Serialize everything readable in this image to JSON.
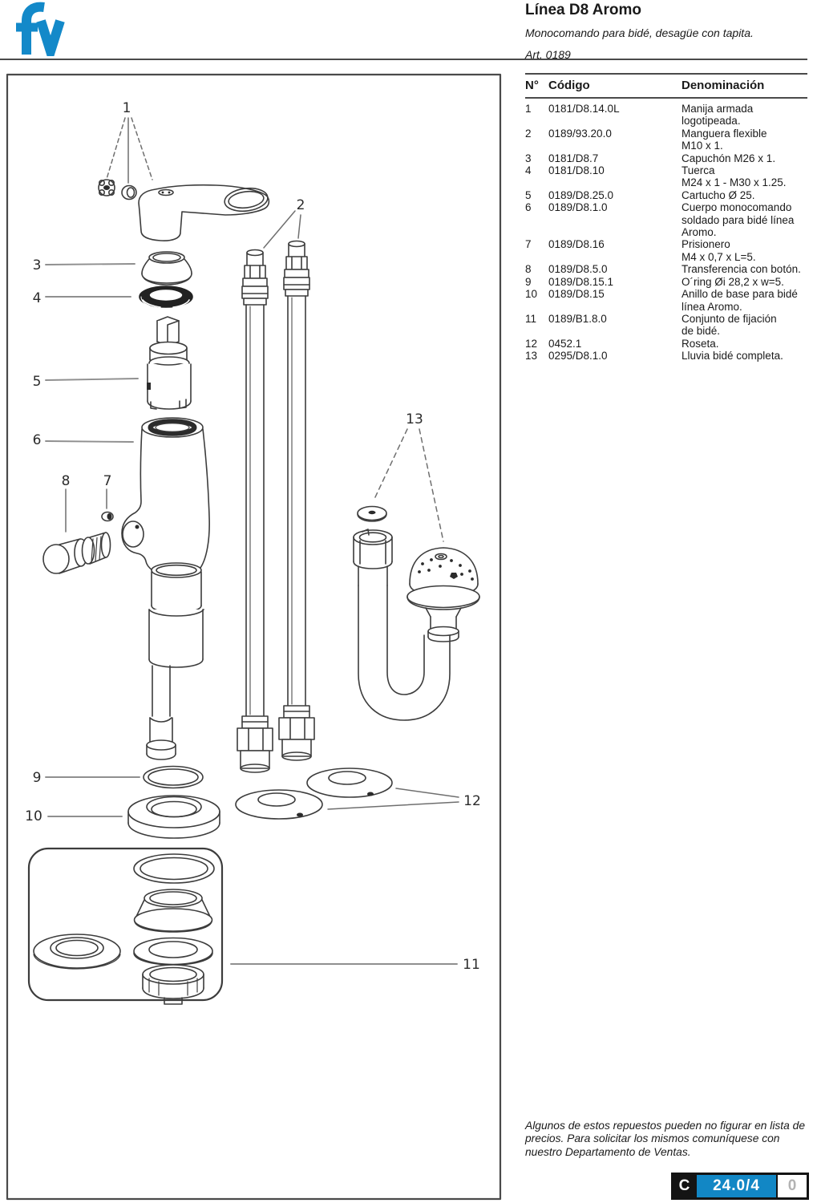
{
  "brand": {
    "logo_text": "fv",
    "blue": "#1389c9"
  },
  "header": {
    "title": "Línea D8 Aromo",
    "subtitle": "Monocomando para bidé, desagüe con tapita.",
    "article": "Art. 0189"
  },
  "parts_table": {
    "headers": {
      "n": "N°",
      "codigo": "Código",
      "denominacion": "Denominación"
    },
    "rows": [
      {
        "n": "1",
        "codigo": "0181/D8.14.0L",
        "denominacion": "Manija armada\nlogotipeada."
      },
      {
        "n": "2",
        "codigo": "0189/93.20.0",
        "denominacion": "Manguera flexible\nM10 x 1."
      },
      {
        "n": "3",
        "codigo": "0181/D8.7",
        "denominacion": "Capuchón M26 x 1."
      },
      {
        "n": "4",
        "codigo": "0181/D8.10",
        "denominacion": "Tuerca\nM24 x 1 - M30 x 1.25."
      },
      {
        "n": "5",
        "codigo": "0189/D8.25.0",
        "denominacion": "Cartucho Ø 25."
      },
      {
        "n": "6",
        "codigo": "0189/D8.1.0",
        "denominacion": "Cuerpo monocomando\nsoldado para bidé línea\nAromo."
      },
      {
        "n": "7",
        "codigo": "0189/D8.16",
        "denominacion": "Prisionero\nM4 x 0,7 x L=5."
      },
      {
        "n": "8",
        "codigo": "0189/D8.5.0",
        "denominacion": "Transferencia con botón."
      },
      {
        "n": "9",
        "codigo": "0189/D8.15.1",
        "denominacion": "O´ring Øi 28,2 x w=5."
      },
      {
        "n": "10",
        "codigo": "0189/D8.15",
        "denominacion": "Anillo de base para bidé\nlínea Aromo."
      },
      {
        "n": "11",
        "codigo": "0189/B1.8.0",
        "denominacion": "Conjunto de fijación\nde bidé."
      },
      {
        "n": "12",
        "codigo": "0452.1",
        "denominacion": "Roseta."
      },
      {
        "n": "13",
        "codigo": "0295/D8.1.0",
        "denominacion": "Lluvia bidé completa."
      }
    ]
  },
  "diagram": {
    "labels": [
      "1",
      "2",
      "3",
      "4",
      "5",
      "6",
      "7",
      "8",
      "9",
      "10",
      "11",
      "12",
      "13"
    ]
  },
  "footer": {
    "note": "Algunos de estos repuestos pueden no figurar en lista de\nprecios. Para solicitar los mismos comuníquese con\nnuestro Departamento de Ventas.",
    "badge": {
      "letter": "C",
      "code": "24.0/4",
      "revision": "0",
      "blue": "#1287c5"
    }
  }
}
